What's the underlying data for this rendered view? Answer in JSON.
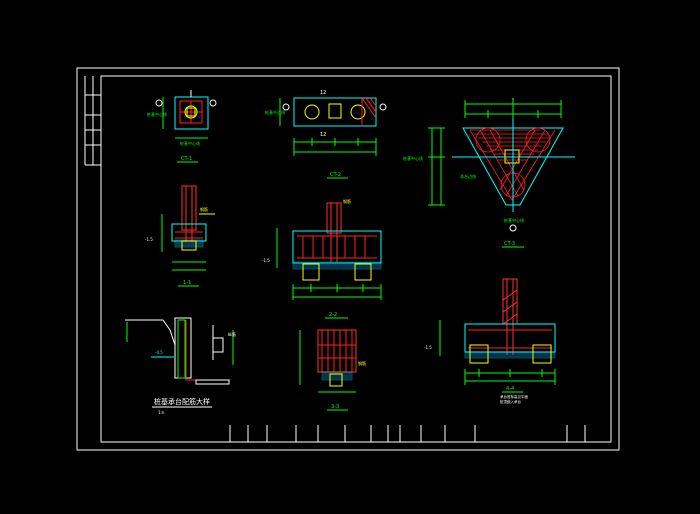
{
  "drawing": {
    "background": "#000000",
    "colors": {
      "frame": "#ffffff",
      "outline": "#00ffff",
      "rebar": "#ff2020",
      "dimension": "#00ff00",
      "annotation": "#ffff00",
      "column": "#ff3030",
      "pile": "#ffff00"
    },
    "labels": {
      "ct1": "CT-1",
      "ct2": "CT-2",
      "ct3": "CT-3",
      "sec11": "1-1",
      "sec22": "2-2",
      "sec33": "3-3",
      "sec44": "4-4",
      "detail_title": "桩基承台配筋大样",
      "detail_sub": "1:n",
      "d1": "1",
      "d2": "1",
      "d2b": "2",
      "d2c": "2",
      "d3": "3",
      "d4": "3"
    },
    "title_block_cells": [
      "",
      "",
      "",
      "",
      "",
      "",
      "",
      "",
      "",
      "",
      "",
      ""
    ]
  }
}
